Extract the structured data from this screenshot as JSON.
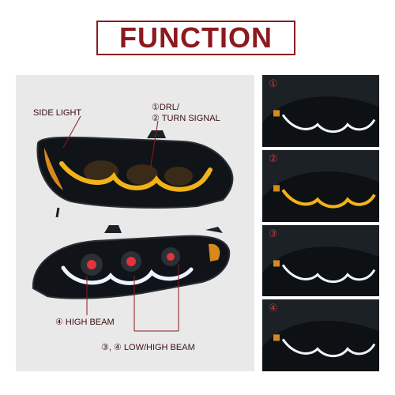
{
  "title": "FUNCTION",
  "labels": {
    "side_light": "SIDE LIGHT",
    "drl": "①DRL/",
    "turn_signal": "② TURN SIGNAL",
    "high_beam": "④ HIGH BEAM",
    "low_high_beam": "③, ④ LOW/HIGH BEAM"
  },
  "thumbnails": [
    {
      "num": "①",
      "light": "white DRL"
    },
    {
      "num": "②",
      "light": "amber turn signal"
    },
    {
      "num": "③",
      "light": "white low beam"
    },
    {
      "num": "④",
      "light": "white high beam"
    }
  ],
  "colors": {
    "brand": "#8b1a1f",
    "amber": "#f2b318",
    "drl_white": "#eef4ff",
    "panel_bg": "#e9e9e9",
    "dark_bg": "#1c2126"
  }
}
